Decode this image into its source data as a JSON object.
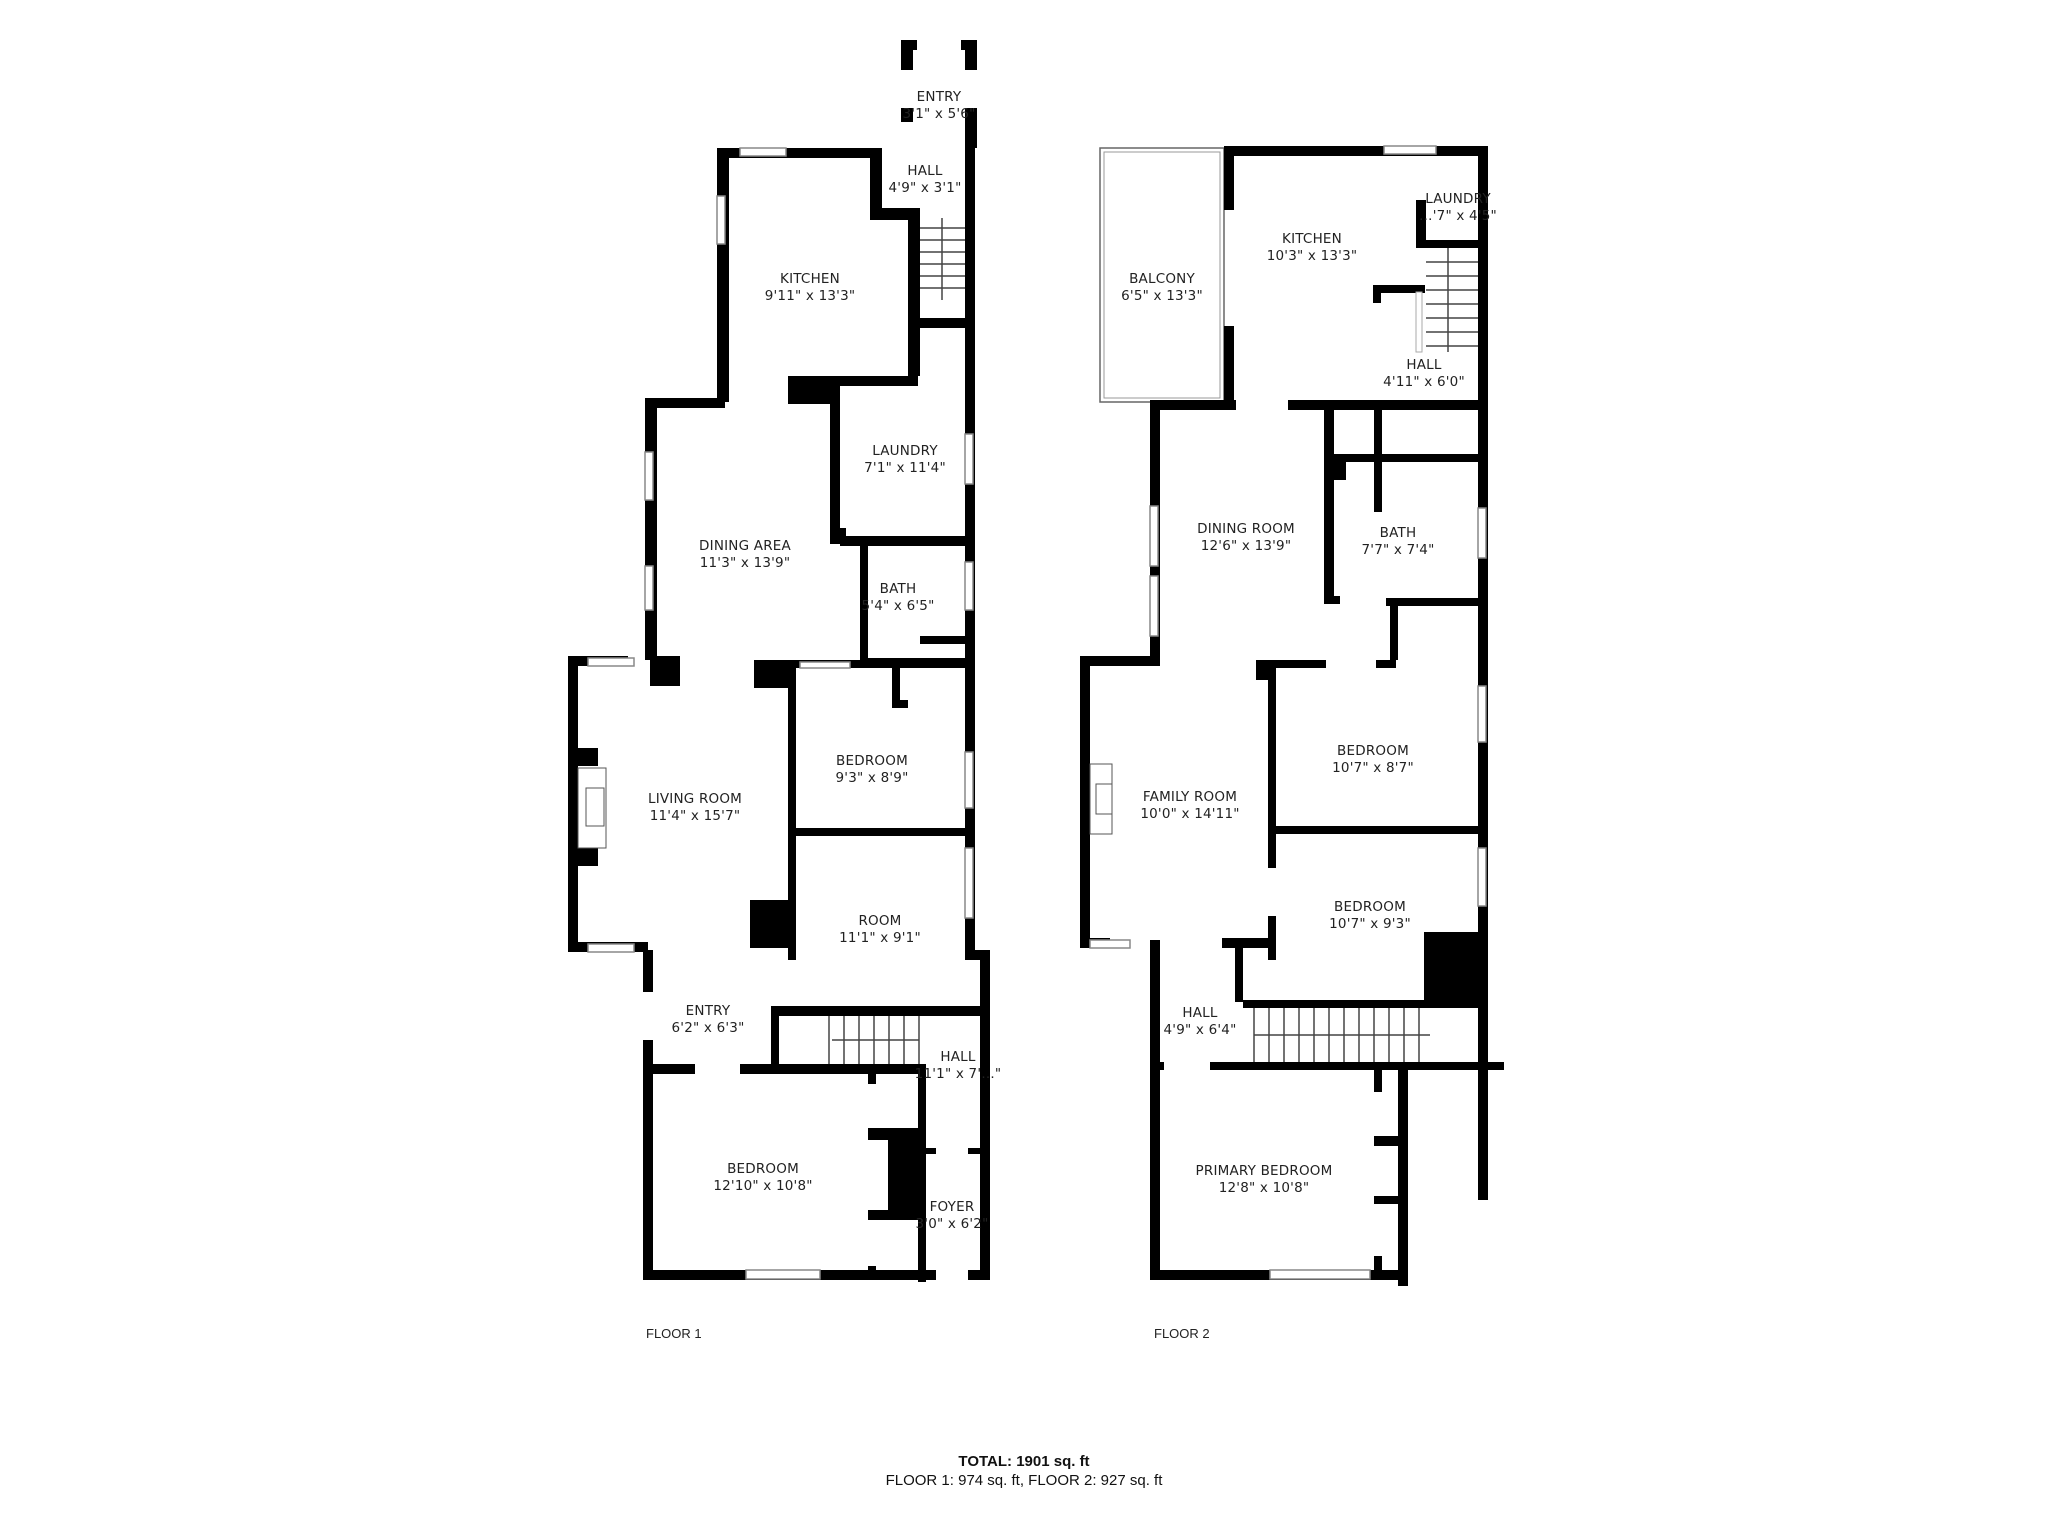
{
  "floors": [
    {
      "id": "floor-1",
      "label": "FLOOR 1",
      "rooms": [
        {
          "name": "ENTRY",
          "dims": "3'1\" x 5'6\""
        },
        {
          "name": "HALL",
          "dims": "4'9\" x 3'1\""
        },
        {
          "name": "KITCHEN",
          "dims": "9'11\" x 13'3\""
        },
        {
          "name": "LAUNDRY",
          "dims": "7'1\" x 11'4\""
        },
        {
          "name": "DINING AREA",
          "dims": "11'3\" x 13'9\""
        },
        {
          "name": "BATH",
          "dims": "5'4\" x 6'5\""
        },
        {
          "name": "BEDROOM",
          "dims": "9'3\" x 8'9\""
        },
        {
          "name": "LIVING ROOM",
          "dims": "11'4\" x 15'7\""
        },
        {
          "name": "ROOM",
          "dims": "11'1\" x 9'1\""
        },
        {
          "name": "ENTRY",
          "dims": "6'2\" x 6'3\""
        },
        {
          "name": "HALL",
          "dims": "11'1\" x 7'…\""
        },
        {
          "name": "BEDROOM",
          "dims": "12'10\" x 10'8\""
        },
        {
          "name": "FOYER",
          "dims": "3'0\" x 6'2\""
        }
      ]
    },
    {
      "id": "floor-2",
      "label": "FLOOR 2",
      "rooms": [
        {
          "name": "BALCONY",
          "dims": "6'5\" x 13'3\""
        },
        {
          "name": "KITCHEN",
          "dims": "10'3\" x 13'3\""
        },
        {
          "name": "LAUNDRY",
          "dims": "…'7\" x 4'5\""
        },
        {
          "name": "HALL",
          "dims": "4'11\" x 6'0\""
        },
        {
          "name": "DINING ROOM",
          "dims": "12'6\" x 13'9\""
        },
        {
          "name": "BATH",
          "dims": "7'7\" x 7'4\""
        },
        {
          "name": "FAMILY ROOM",
          "dims": "10'0\" x 14'11\""
        },
        {
          "name": "BEDROOM",
          "dims": "10'7\" x 8'7\""
        },
        {
          "name": "BEDROOM",
          "dims": "10'7\" x 9'3\""
        },
        {
          "name": "HALL",
          "dims": "4'9\" x 6'4\""
        },
        {
          "name": "PRIMARY BEDROOM",
          "dims": "12'8\" x 10'8\""
        }
      ]
    }
  ],
  "totals": {
    "total": "TOTAL: 1901 sq. ft",
    "breakdown": "FLOOR 1: 974 sq. ft, FLOOR 2: 927 sq. ft"
  },
  "colors": {
    "wall": "#000000",
    "background": "#ffffff",
    "text": "#222222"
  }
}
